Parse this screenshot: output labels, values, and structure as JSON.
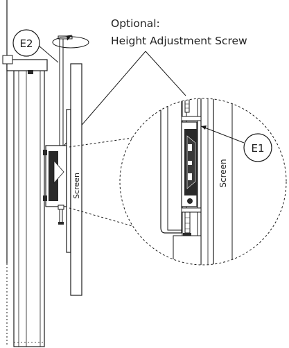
{
  "callout": {
    "line1": "Optional:",
    "line2": "Height Adjustment Screw"
  },
  "labels": {
    "e1": "E1",
    "e2": "E2",
    "screen_side": "Screen",
    "screen_detail": "Screen"
  },
  "colors": {
    "stroke": "#1a1a1a",
    "fill_dark": "#2a2a2a",
    "fill_light": "#ffffff"
  }
}
